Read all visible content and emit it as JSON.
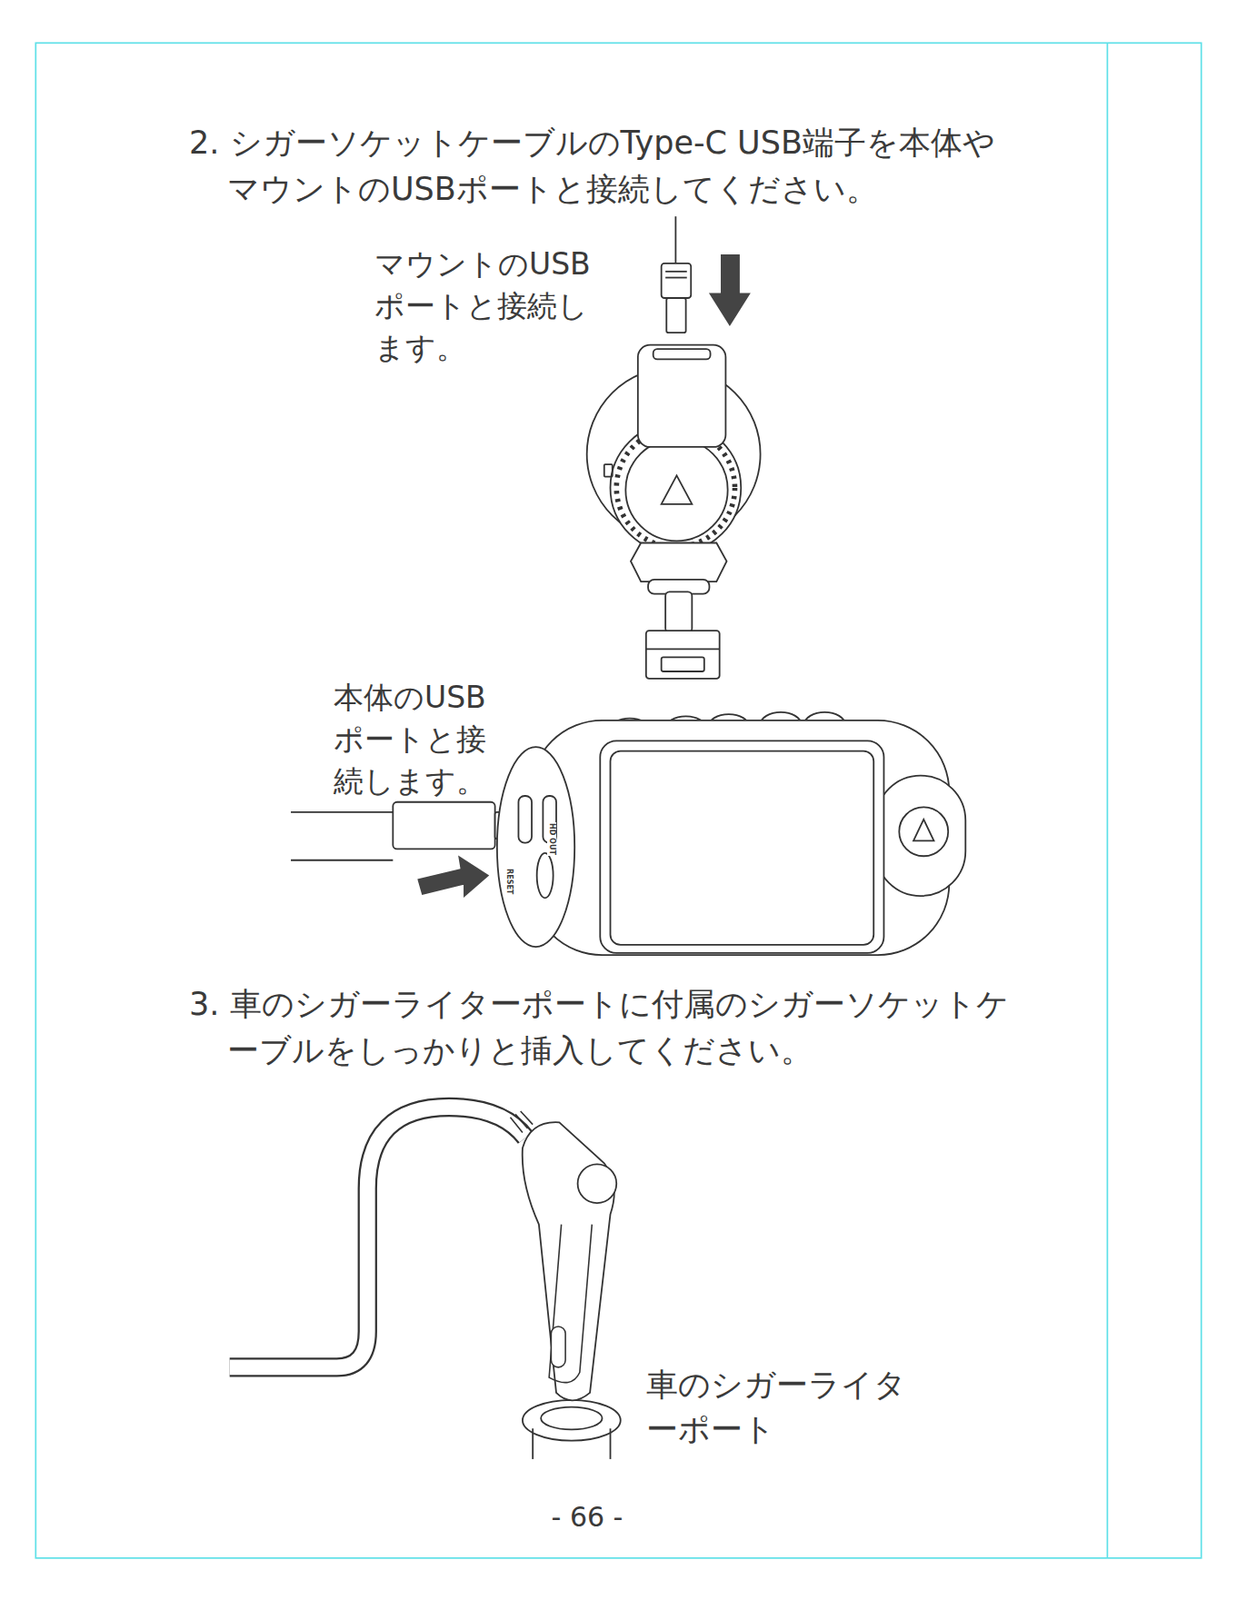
{
  "diagram": {
    "labels": [
      "2. シガーソケットケーブルのType-C USB端子を本体や マウントのUSBポートと接続してください。",
      "マウントのUSB ポートと接続し ます。",
      "本体のUSB ポートと接 続します。",
      "HD OUT",
      "RESET",
      "3. 車のシガーライターポートに付属のシガーソケットケ ーブルをしっかりと挿入してください。",
      "車のシガーライタ ーポート",
      "- 66 -"
    ]
  }
}
